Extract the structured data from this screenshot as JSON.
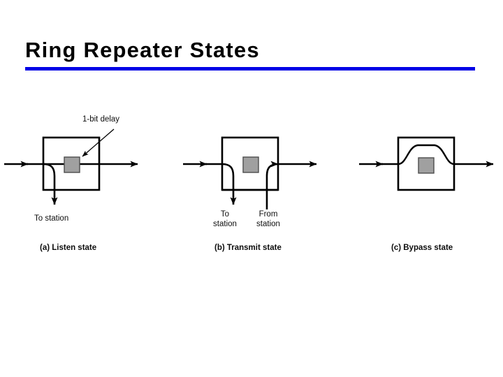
{
  "slide": {
    "title": "Ring Repeater States",
    "accent_color": "#0000e6",
    "background_color": "#ffffff",
    "text_color": "#000000"
  },
  "figure": {
    "delay_box_fill": "#a0a0a0",
    "delay_box_stroke": "#4d4d4d",
    "line_color": "#000000",
    "diagrams": [
      {
        "id": "listen",
        "caption": "(a) Listen state",
        "annotation": "1-bit delay",
        "labels": [
          "To station"
        ],
        "has_to_station": true,
        "has_from_station": false,
        "has_bypass_curve": false
      },
      {
        "id": "transmit",
        "caption": "(b) Transmit state",
        "annotation": "",
        "labels": [
          "To",
          "station",
          "From",
          "station"
        ],
        "to_station_line1": "To",
        "to_station_line2": "station",
        "from_station_line1": "From",
        "from_station_line2": "station",
        "has_to_station": true,
        "has_from_station": true,
        "has_bypass_curve": false
      },
      {
        "id": "bypass",
        "caption": "(c) Bypass state",
        "annotation": "",
        "labels": [],
        "has_to_station": false,
        "has_from_station": false,
        "has_bypass_curve": true
      }
    ]
  }
}
